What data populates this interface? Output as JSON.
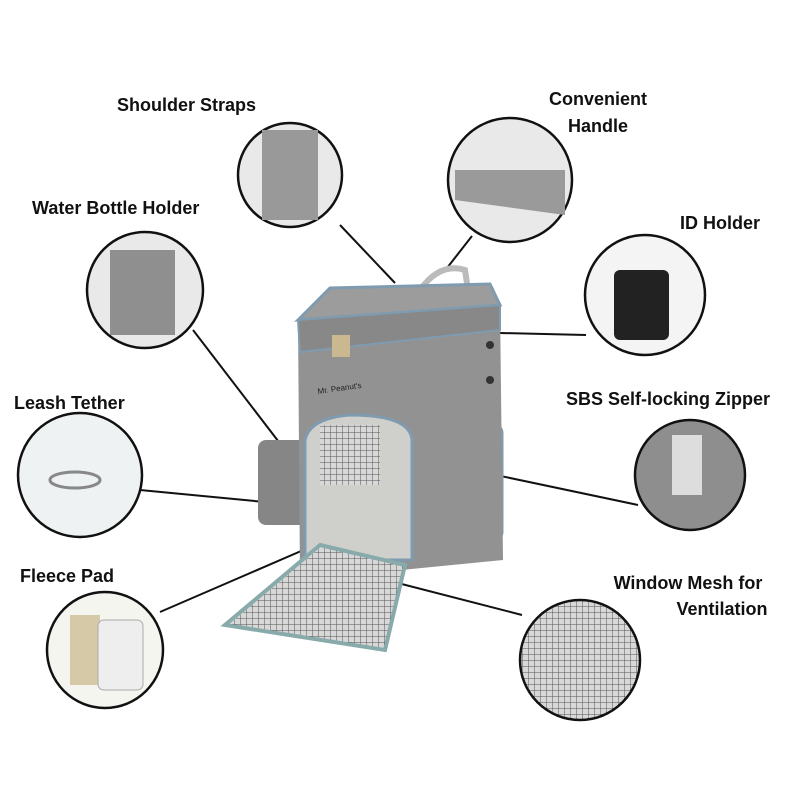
{
  "labels": {
    "shoulder_straps": "Shoulder Straps",
    "handle_line1": "Convenient",
    "handle_line2": "Handle",
    "water_bottle": "Water Bottle Holder",
    "id_holder": "ID Holder",
    "leash": "Leash Tether",
    "zipper": "SBS Self-locking Zipper",
    "fleece": "Fleece Pad",
    "mesh_line1": "Window Mesh for",
    "mesh_line2": "Ventilation"
  },
  "product": {
    "brand_text": "Mr. Peanut's"
  },
  "colors": {
    "fabric": "#8f8f8f",
    "trim": "#7f9bb0",
    "line": "#111111"
  }
}
